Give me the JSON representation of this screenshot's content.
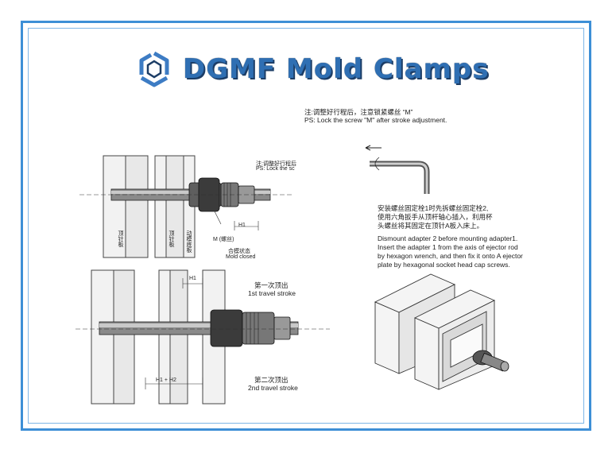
{
  "title": "DGMF Mold Clamps",
  "colors": {
    "frame": "#3d8fd6",
    "title": "#2f6fb3",
    "logo": "#3d7cc4"
  },
  "icons": {
    "logo": "dgmf-logo-icon"
  },
  "note_top": {
    "cn": "注:调整好行程后，注意锁紧螺丝 “M”",
    "en": "PS: Lock the screw \"M\" after stroke adjustment."
  },
  "note_cut": {
    "cn": "注:调整好行程后",
    "en": "PS: Lock the sc"
  },
  "labels": {
    "ejector_plate_1": "顶针板",
    "ejector_plate_2": "顶针板",
    "plate_3": "动模底板",
    "m_screw": "M (螺丝)",
    "h1_small": "H1",
    "mold_closed_cn": "合模状态",
    "mold_closed_en": "Mold closed",
    "h1": "H1",
    "h1h2": "H1 + H2"
  },
  "strokes": {
    "first_cn": "第一次顶出",
    "first_en": "1st travel stroke",
    "second_cn": "第二次顶出",
    "second_en": "2nd travel stroke"
  },
  "instructions": {
    "cn": [
      "安装螺丝固定栓1时先拆螺丝固定栓2,",
      "使用六角扳手从顶杆轴心插入，利用杯",
      "头螺丝将其固定在顶针A板入床上。"
    ],
    "en": [
      "Dismount adapter 2 before mounting adapter1.",
      "Insert the adapter 1 from the axis of ejector rod",
      "by hexagon wrench, and then fix it onto A ejector",
      "plate by hexagonal socket head cap screws."
    ]
  }
}
